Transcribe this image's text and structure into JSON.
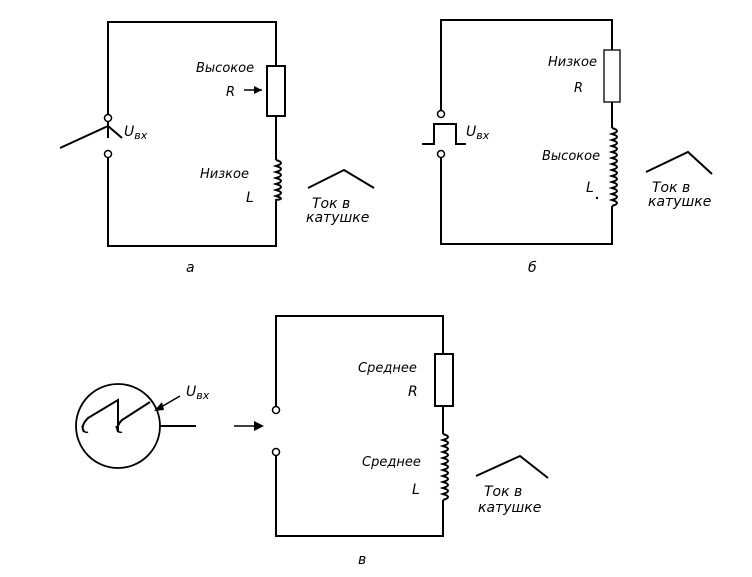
{
  "panel_a": {
    "resistor_level": "Высокое",
    "resistor_symbol": "R",
    "inductor_level": "Низкое",
    "inductor_symbol": "L",
    "input_label": "U",
    "input_sub": "вх",
    "current_line1": "Ток в",
    "current_line2": "катушке",
    "caption": "а"
  },
  "panel_b": {
    "resistor_level": "Низкое",
    "resistor_symbol": "R",
    "inductor_level": "Высокое",
    "inductor_symbol": "L",
    "input_label": "U",
    "input_sub": "вх",
    "current_line1": "Ток в",
    "current_line2": "катушке",
    "caption": "б"
  },
  "panel_c": {
    "resistor_level": "Среднее",
    "resistor_symbol": "R",
    "inductor_level": "Среднее",
    "inductor_symbol": "L",
    "input_label": "U",
    "input_sub": "вх",
    "current_line1": "Ток в",
    "current_line2": "катушке",
    "caption": "в"
  }
}
